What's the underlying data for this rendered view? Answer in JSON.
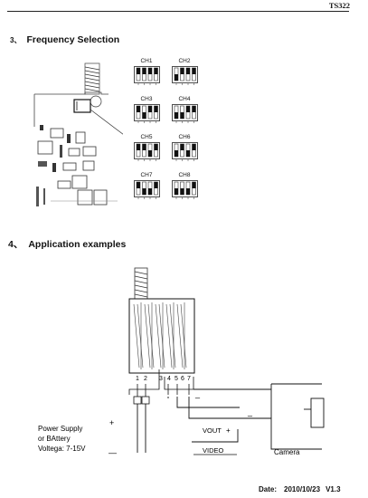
{
  "header": {
    "doc_id": "TS322"
  },
  "section3": {
    "number": "3、",
    "title": "Frequency Selection"
  },
  "dip_switches": [
    {
      "label": "CH1"
    },
    {
      "label": "CH2"
    },
    {
      "label": "CH3"
    },
    {
      "label": "CH4"
    },
    {
      "label": "CH5"
    },
    {
      "label": "CH6"
    },
    {
      "label": "CH7"
    },
    {
      "label": "CH8"
    }
  ],
  "section4": {
    "number": "4、",
    "title": "Application examples"
  },
  "wiring": {
    "pin_numbers": [
      "1",
      "2",
      "3",
      "4",
      "5",
      "6",
      "7"
    ],
    "power_label_1": "Power Supply",
    "power_label_2": "or BAttery",
    "power_label_3": "Voltega: 7-15V",
    "plus": "+",
    "minus": "—",
    "minus_right": "_",
    "vout": "VOUT",
    "vout_plus": "+",
    "video": "VIDEO",
    "camera": "Camera"
  },
  "footer": {
    "date_label": "Date:",
    "date": "2010/10/23",
    "version": "V1.3"
  }
}
